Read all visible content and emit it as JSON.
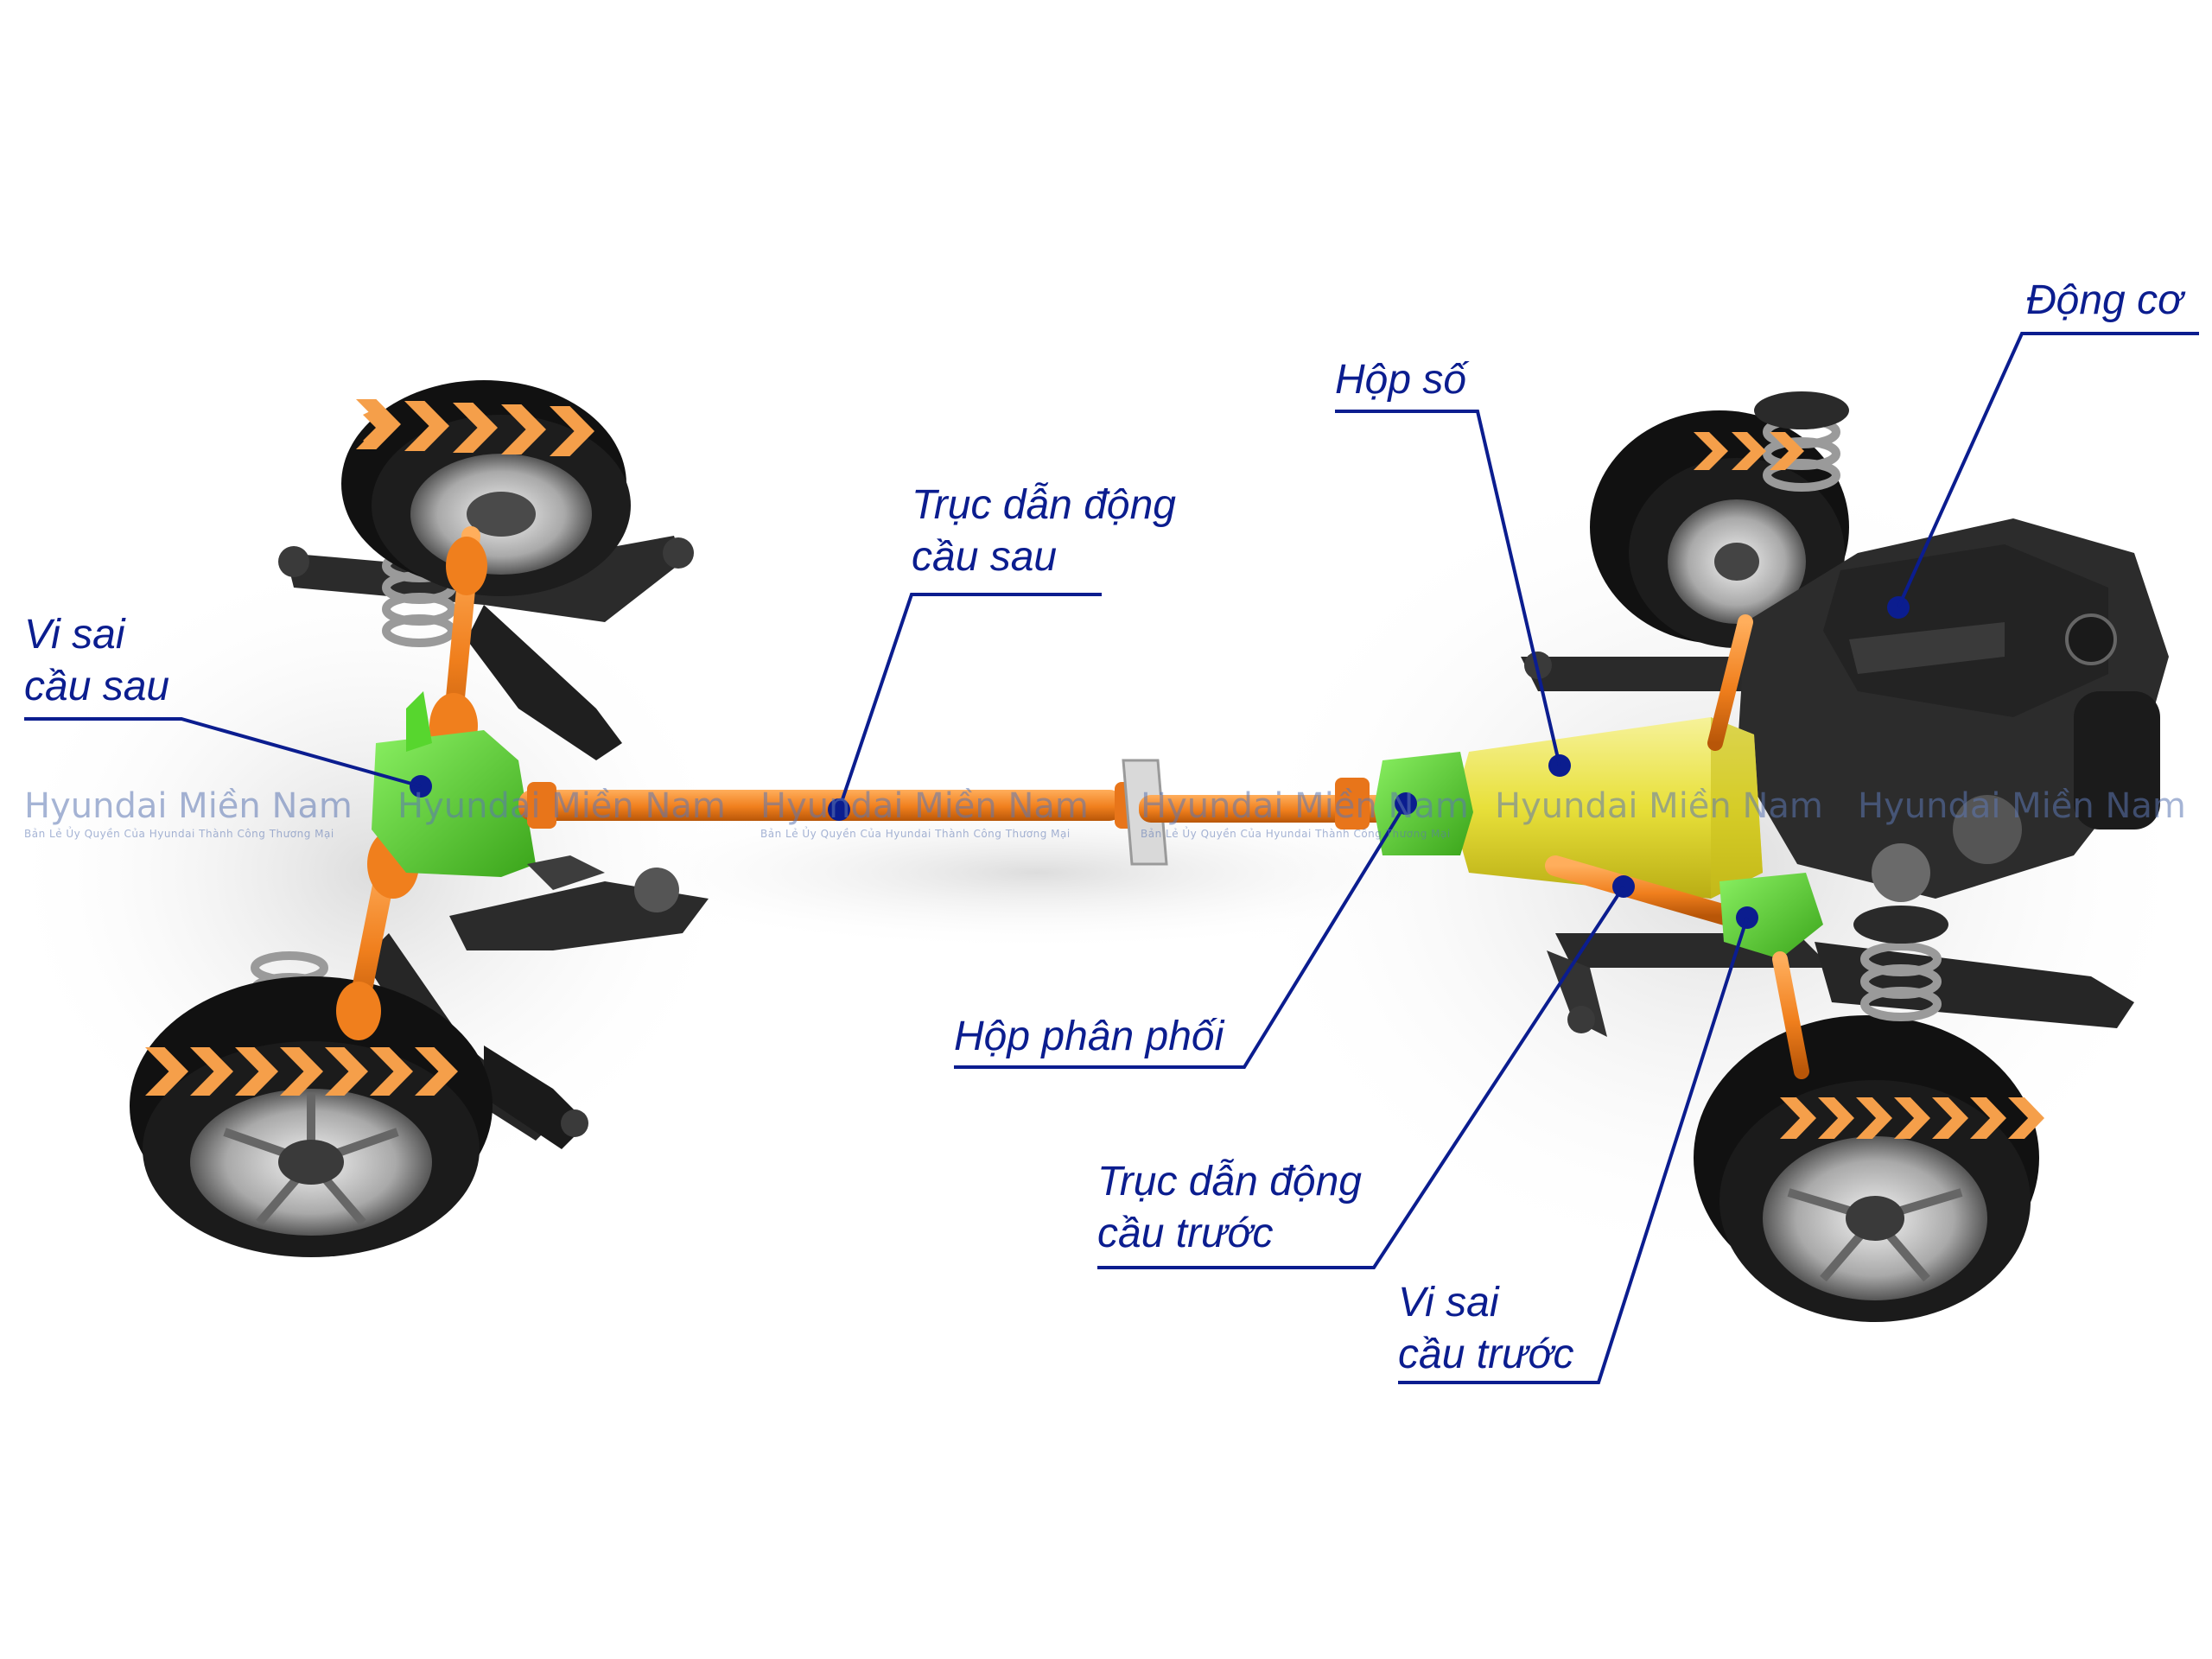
{
  "colors": {
    "label": "#0b1d8f",
    "leader": "#0b1d8f",
    "shaft": "#f07f1d",
    "shaft_dark": "#c85f08",
    "differential": "#57d62e",
    "gearbox": "#e8e03a",
    "tire": "#161616",
    "chevron": "#f59f4a",
    "chassis": "#2a2a2a",
    "watermark": "#5d77b3"
  },
  "labels": {
    "dong_co": [
      "Động cơ"
    ],
    "hop_so": [
      "Hộp số"
    ],
    "truc_cau_sau": [
      "Trục dẫn động",
      "cầu sau"
    ],
    "vi_sai_sau": [
      "Vi sai",
      "cầu sau"
    ],
    "hop_phan_phoi": [
      "Hộp phân phối"
    ],
    "truc_cau_truoc": [
      "Trục dẫn động",
      "cầu trước"
    ],
    "vi_sai_truoc": [
      "Vi sai",
      "cầu trước"
    ]
  },
  "watermark": {
    "text": "Hyundai Miền Nam",
    "subtext": "Bản Lẻ Ủy Quyền Của Hyundai Thành Công Thương Mại"
  }
}
